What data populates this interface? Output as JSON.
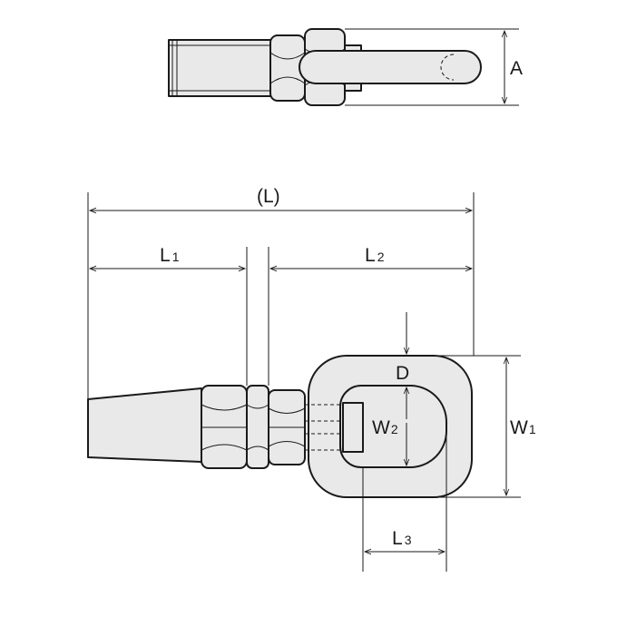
{
  "dimension_labels": {
    "A": "A",
    "L_total": "(L)",
    "L1_main": "L",
    "L1_sub": "1",
    "L2_main": "L",
    "L2_sub": "2",
    "L3_main": "L",
    "L3_sub": "3",
    "D": "D",
    "W1_main": "W",
    "W1_sub": "1",
    "W2_main": "W",
    "W2_sub": "2"
  },
  "colors": {
    "line": "#1a1a1a",
    "part_fill": "#e9e9e9",
    "background": "#ffffff"
  }
}
